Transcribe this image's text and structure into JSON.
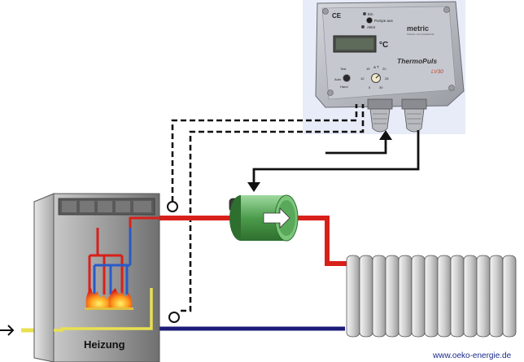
{
  "controller": {
    "ce_mark": "CE",
    "led_1": "Ein",
    "led_2": "Pumpe aus",
    "led_3": "Aktor",
    "brand": "metric",
    "brand_sub": "Industrie- und Umwelttechnik",
    "unit": "°C",
    "product_name": "ThermoPuls",
    "model": "LV30",
    "left_knob_top": "Test",
    "left_knob_left": "Auto",
    "left_knob_bottom": "Hand",
    "dial_label": "Δ T",
    "dial_marks": [
      "15",
      "10",
      "5",
      "20",
      "25",
      "30"
    ]
  },
  "boiler": {
    "label": "Heizung"
  },
  "footer": {
    "url": "www.oeko-energie.de"
  },
  "colors": {
    "flow_pipe": "#d8201a",
    "return_pipe": "#1c1c78",
    "cold_inlet": "#e8e050",
    "controller_bg": "#e8ecf8",
    "pump": "#5aa85a"
  }
}
